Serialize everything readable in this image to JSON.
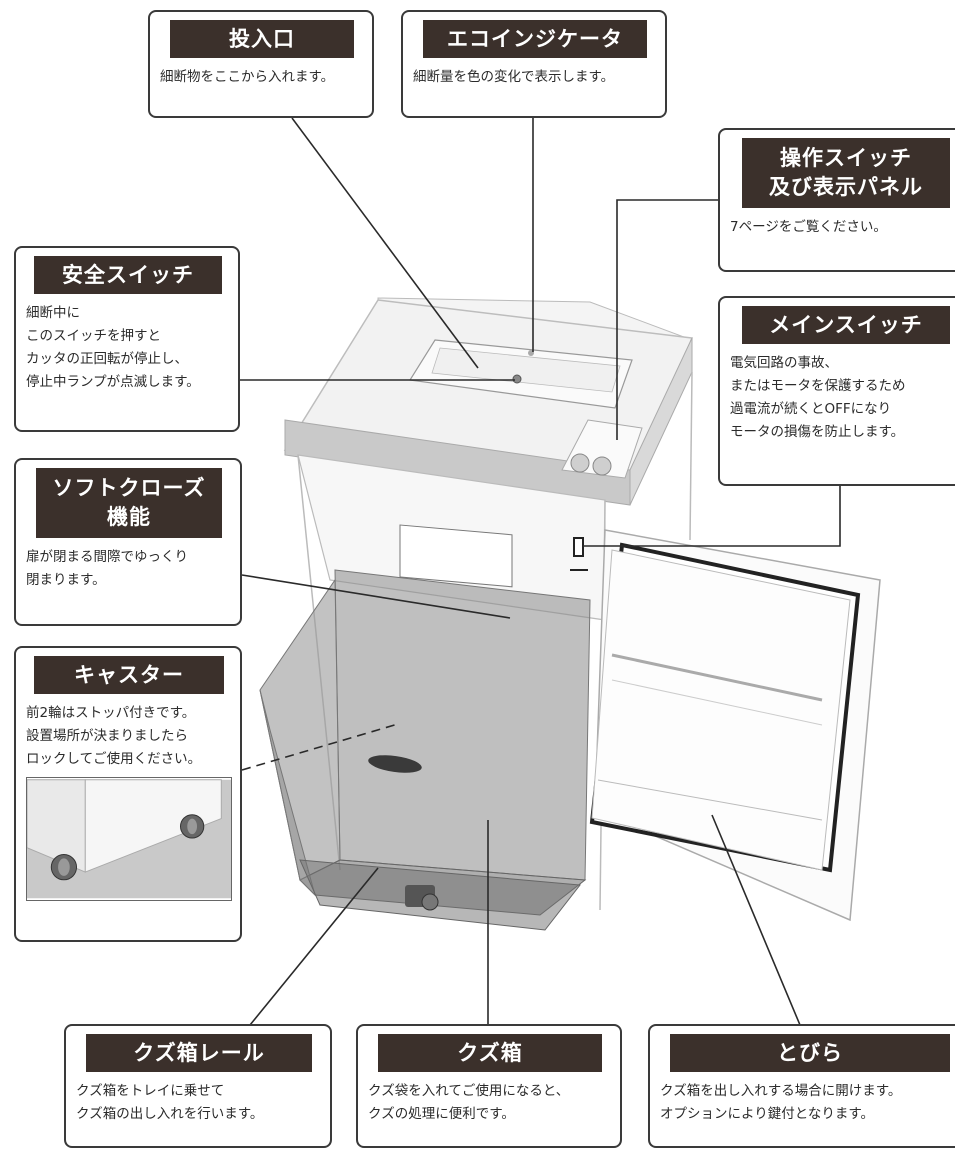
{
  "callouts": {
    "slot": {
      "title": "投入口",
      "lines": [
        "細断物をここから入れます。"
      ]
    },
    "eco": {
      "title": "エコインジケータ",
      "lines": [
        "細断量を色の変化で表示します。"
      ]
    },
    "panel": {
      "title_lines": [
        "操作スイッチ",
        "及び表示パネル"
      ],
      "lines": [
        "7ページをご覧ください。"
      ]
    },
    "safety": {
      "title": "安全スイッチ",
      "lines": [
        "細断中に",
        "このスイッチを押すと",
        "カッタの正回転が停止し、",
        "停止中ランプが点滅します。"
      ]
    },
    "main": {
      "title": "メインスイッチ",
      "lines": [
        "電気回路の事故、",
        "またはモータを保護するため",
        "過電流が続くとOFFになり",
        "モータの損傷を防止します。"
      ]
    },
    "softclose": {
      "title_lines": [
        "ソフトクローズ",
        "機能"
      ],
      "lines": [
        "扉が閉まる間際でゆっくり",
        "閉まります。"
      ]
    },
    "caster": {
      "title": "キャスター",
      "lines": [
        "前2輪はストッパ付きです。",
        "設置場所が決まりましたら",
        "ロックしてご使用ください。"
      ]
    },
    "rail": {
      "title": "クズ箱レール",
      "lines": [
        "クズ箱をトレイに乗せて",
        "クズ箱の出し入れを行います。"
      ]
    },
    "bin": {
      "title": "クズ箱",
      "lines": [
        "クズ袋を入れてご使用になると、",
        "クズの処理に便利です。"
      ]
    },
    "door": {
      "title": "とびら",
      "lines": [
        "クズ箱を出し入れする場合に開けます。",
        "オプションにより鍵付となります。"
      ]
    }
  },
  "colors": {
    "title_bg": "#3b302b",
    "title_text": "#ffffff",
    "line": "#333333",
    "machine": "#e8e8e8"
  },
  "icons": {
    "warning_label": "warning-label-icon"
  }
}
